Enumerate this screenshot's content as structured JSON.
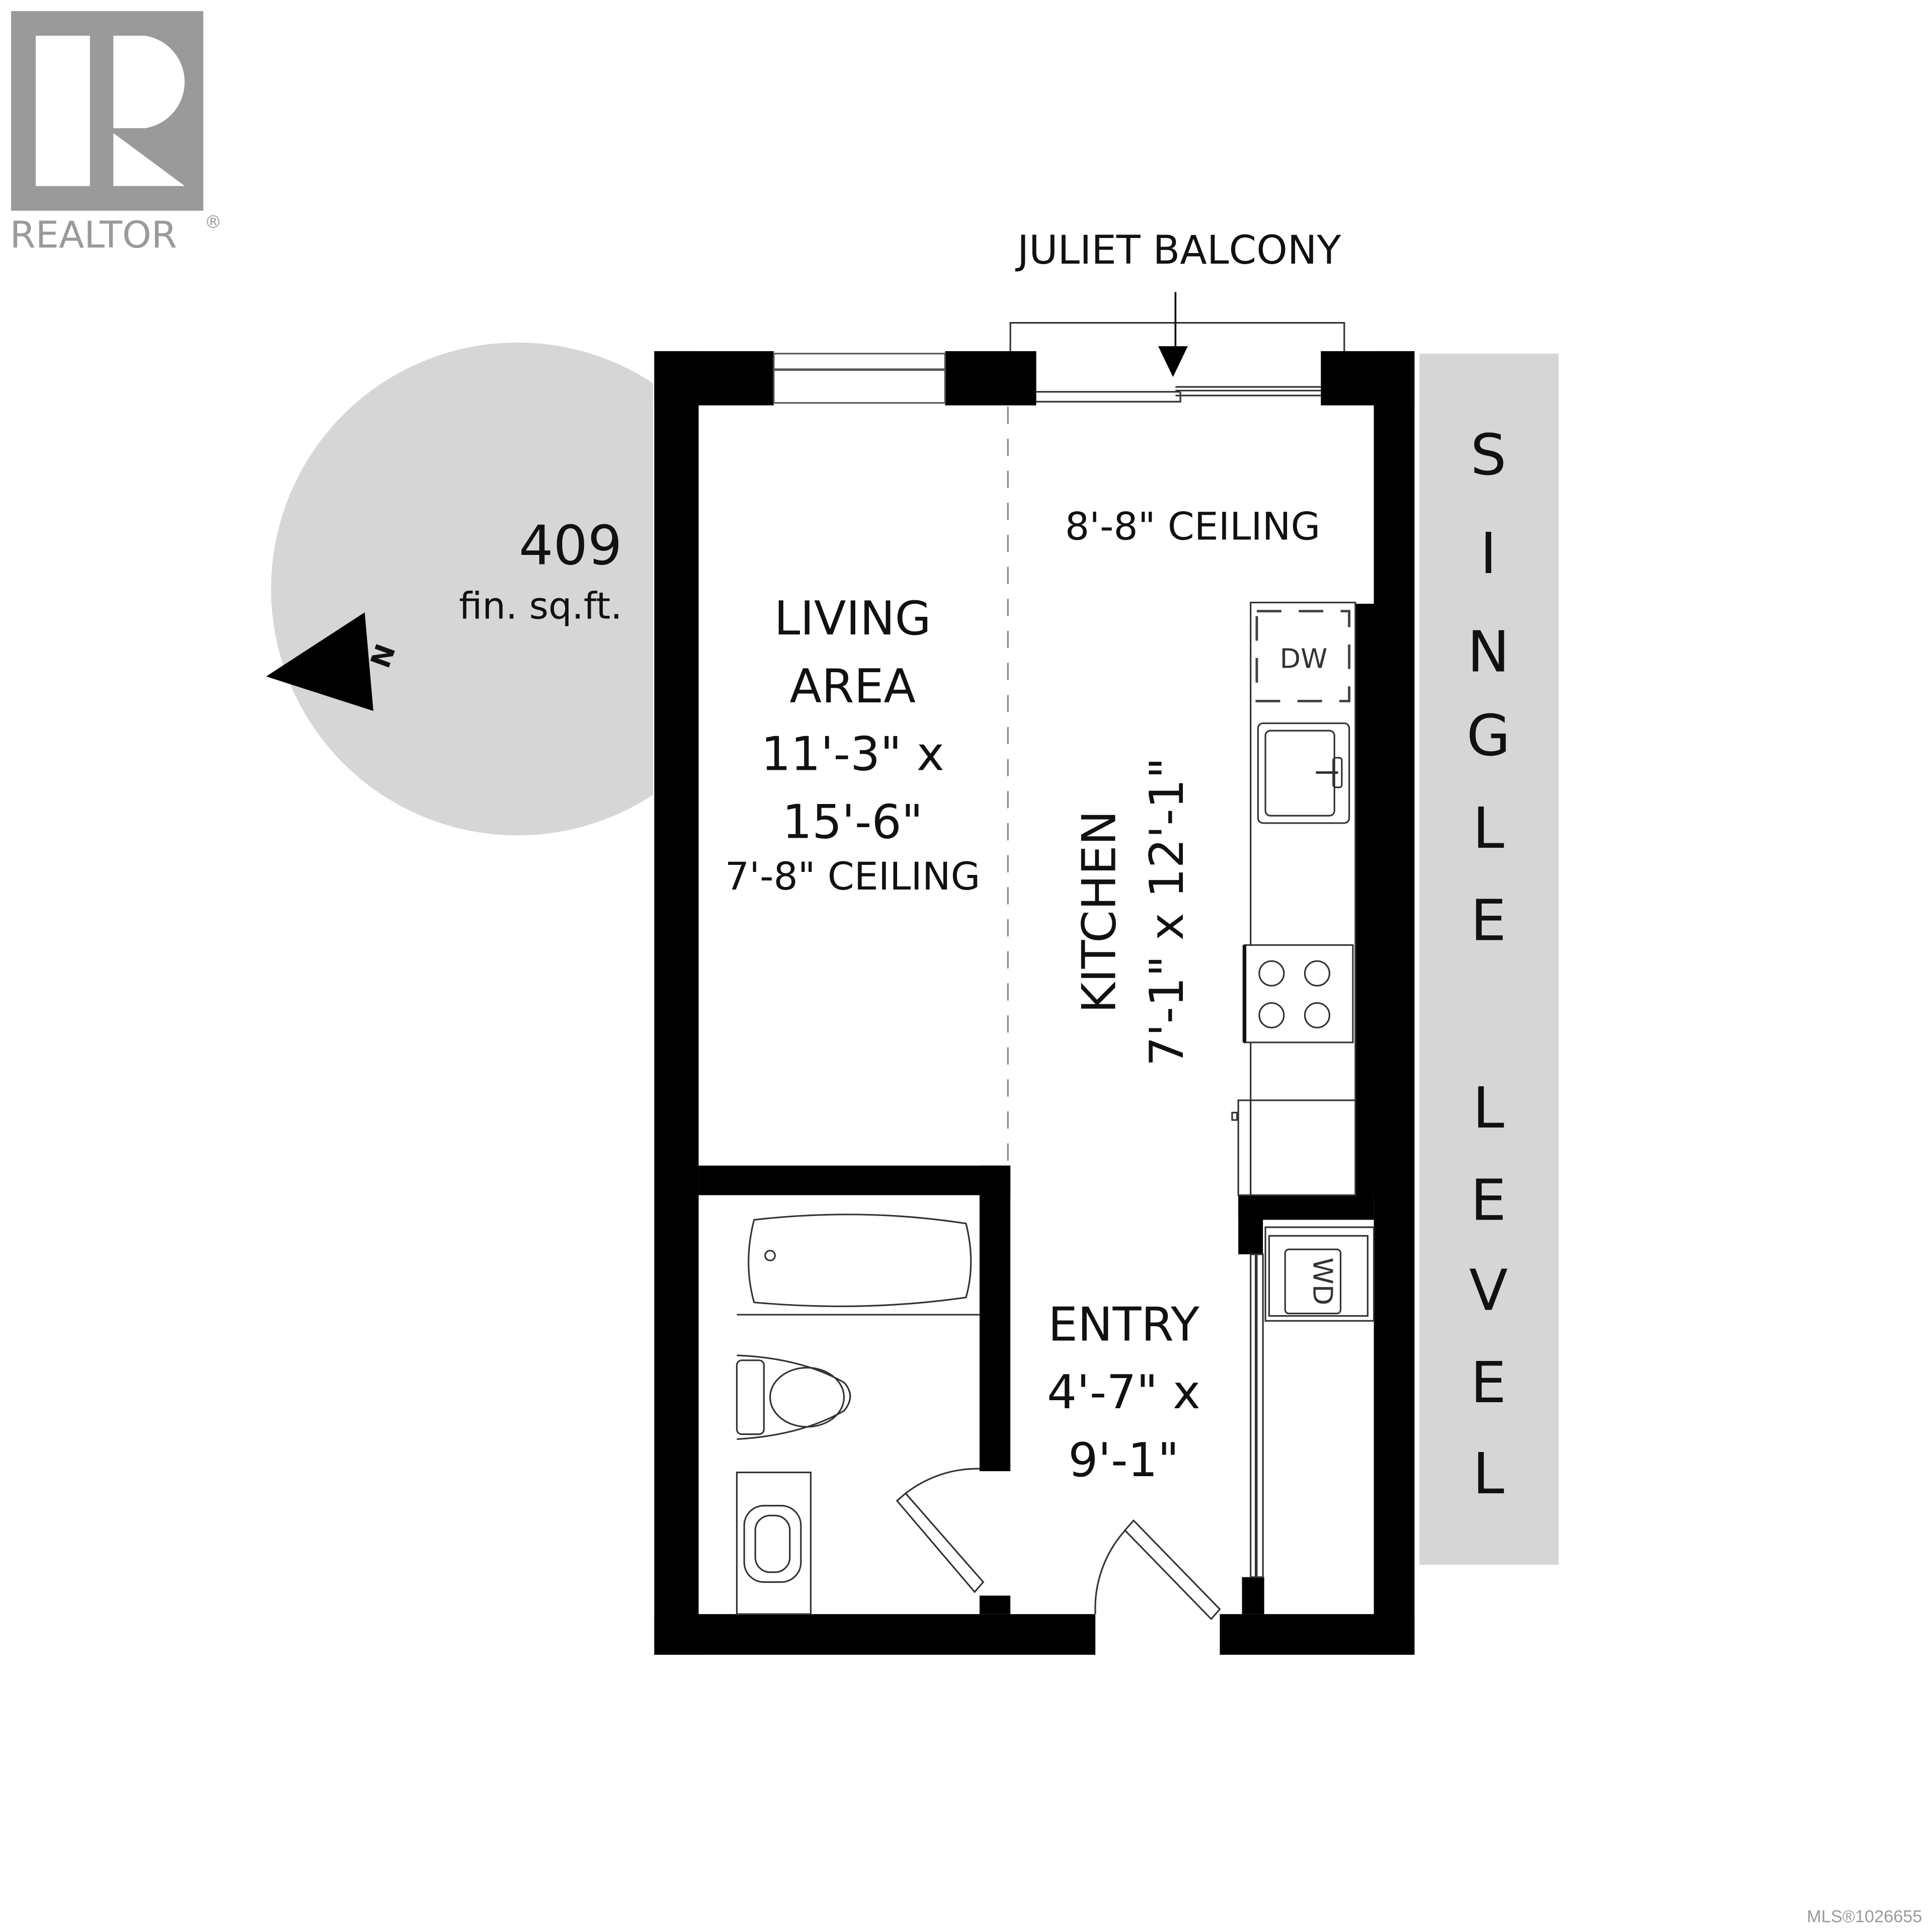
{
  "logo": {
    "text": "REALTOR",
    "registered": "®",
    "color": "#9a9a9a"
  },
  "area_badge": {
    "value": "409",
    "unit": "fin. sq.ft.",
    "color": "#d6d6d6"
  },
  "compass": {
    "label": "N",
    "direction": "west"
  },
  "balcony": {
    "label": "JULIET BALCONY"
  },
  "kitchen_ceiling": {
    "label": "8'-8\" CEILING"
  },
  "living": {
    "name_line1": "LIVING",
    "name_line2": "AREA",
    "dim_line1": "11'-3\" x",
    "dim_line2": "15'-6\"",
    "ceiling": "7'-8\" CEILING"
  },
  "kitchen": {
    "name": "KITCHEN",
    "dims": "7'-1\" x 12'-1\""
  },
  "entry": {
    "name": "ENTRY",
    "dim_line1": "4'-7\" x",
    "dim_line2": "9'-1\""
  },
  "appliances": {
    "dishwasher": "DW",
    "washer_dryer": "WD"
  },
  "level_banner": {
    "letters": [
      "S",
      "I",
      "N",
      "G",
      "L",
      "E",
      "L",
      "E",
      "V",
      "E",
      "L"
    ],
    "text": "SINGLE LEVEL",
    "color": "#d6d6d6"
  },
  "footer": {
    "mls": "MLS®1026655"
  }
}
